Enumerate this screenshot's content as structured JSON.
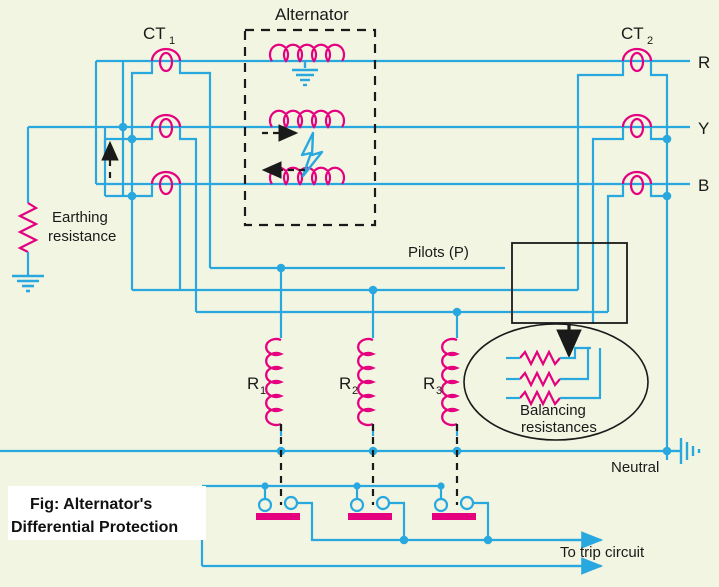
{
  "figure": {
    "background_color": "#f2f5e1",
    "wire_color": "#29a8e0",
    "coil_color": "#e4007f",
    "black_color": "#1a1a1a",
    "caption_line1": "Fig: Alternator's",
    "caption_line2": "Differential Protection",
    "caption_bg": "#ffffff"
  },
  "labels": {
    "alternator": "Alternator",
    "ct1_main": "CT",
    "ct1_sub": "1",
    "ct2_main": "CT",
    "ct2_sub": "2",
    "phase_r": "R",
    "phase_y": "Y",
    "phase_b": "B",
    "earthing_line1": "Earthing",
    "earthing_line2": "resistance",
    "pilots": "Pilots (P)",
    "relay1_main": "R",
    "relay1_sub": "1",
    "relay2_main": "R",
    "relay2_sub": "2",
    "relay3_main": "R",
    "relay3_sub": "3",
    "balancing_line1": "Balancing",
    "balancing_line2": "resistances",
    "neutral": "Neutral",
    "trip": "To trip circuit"
  }
}
